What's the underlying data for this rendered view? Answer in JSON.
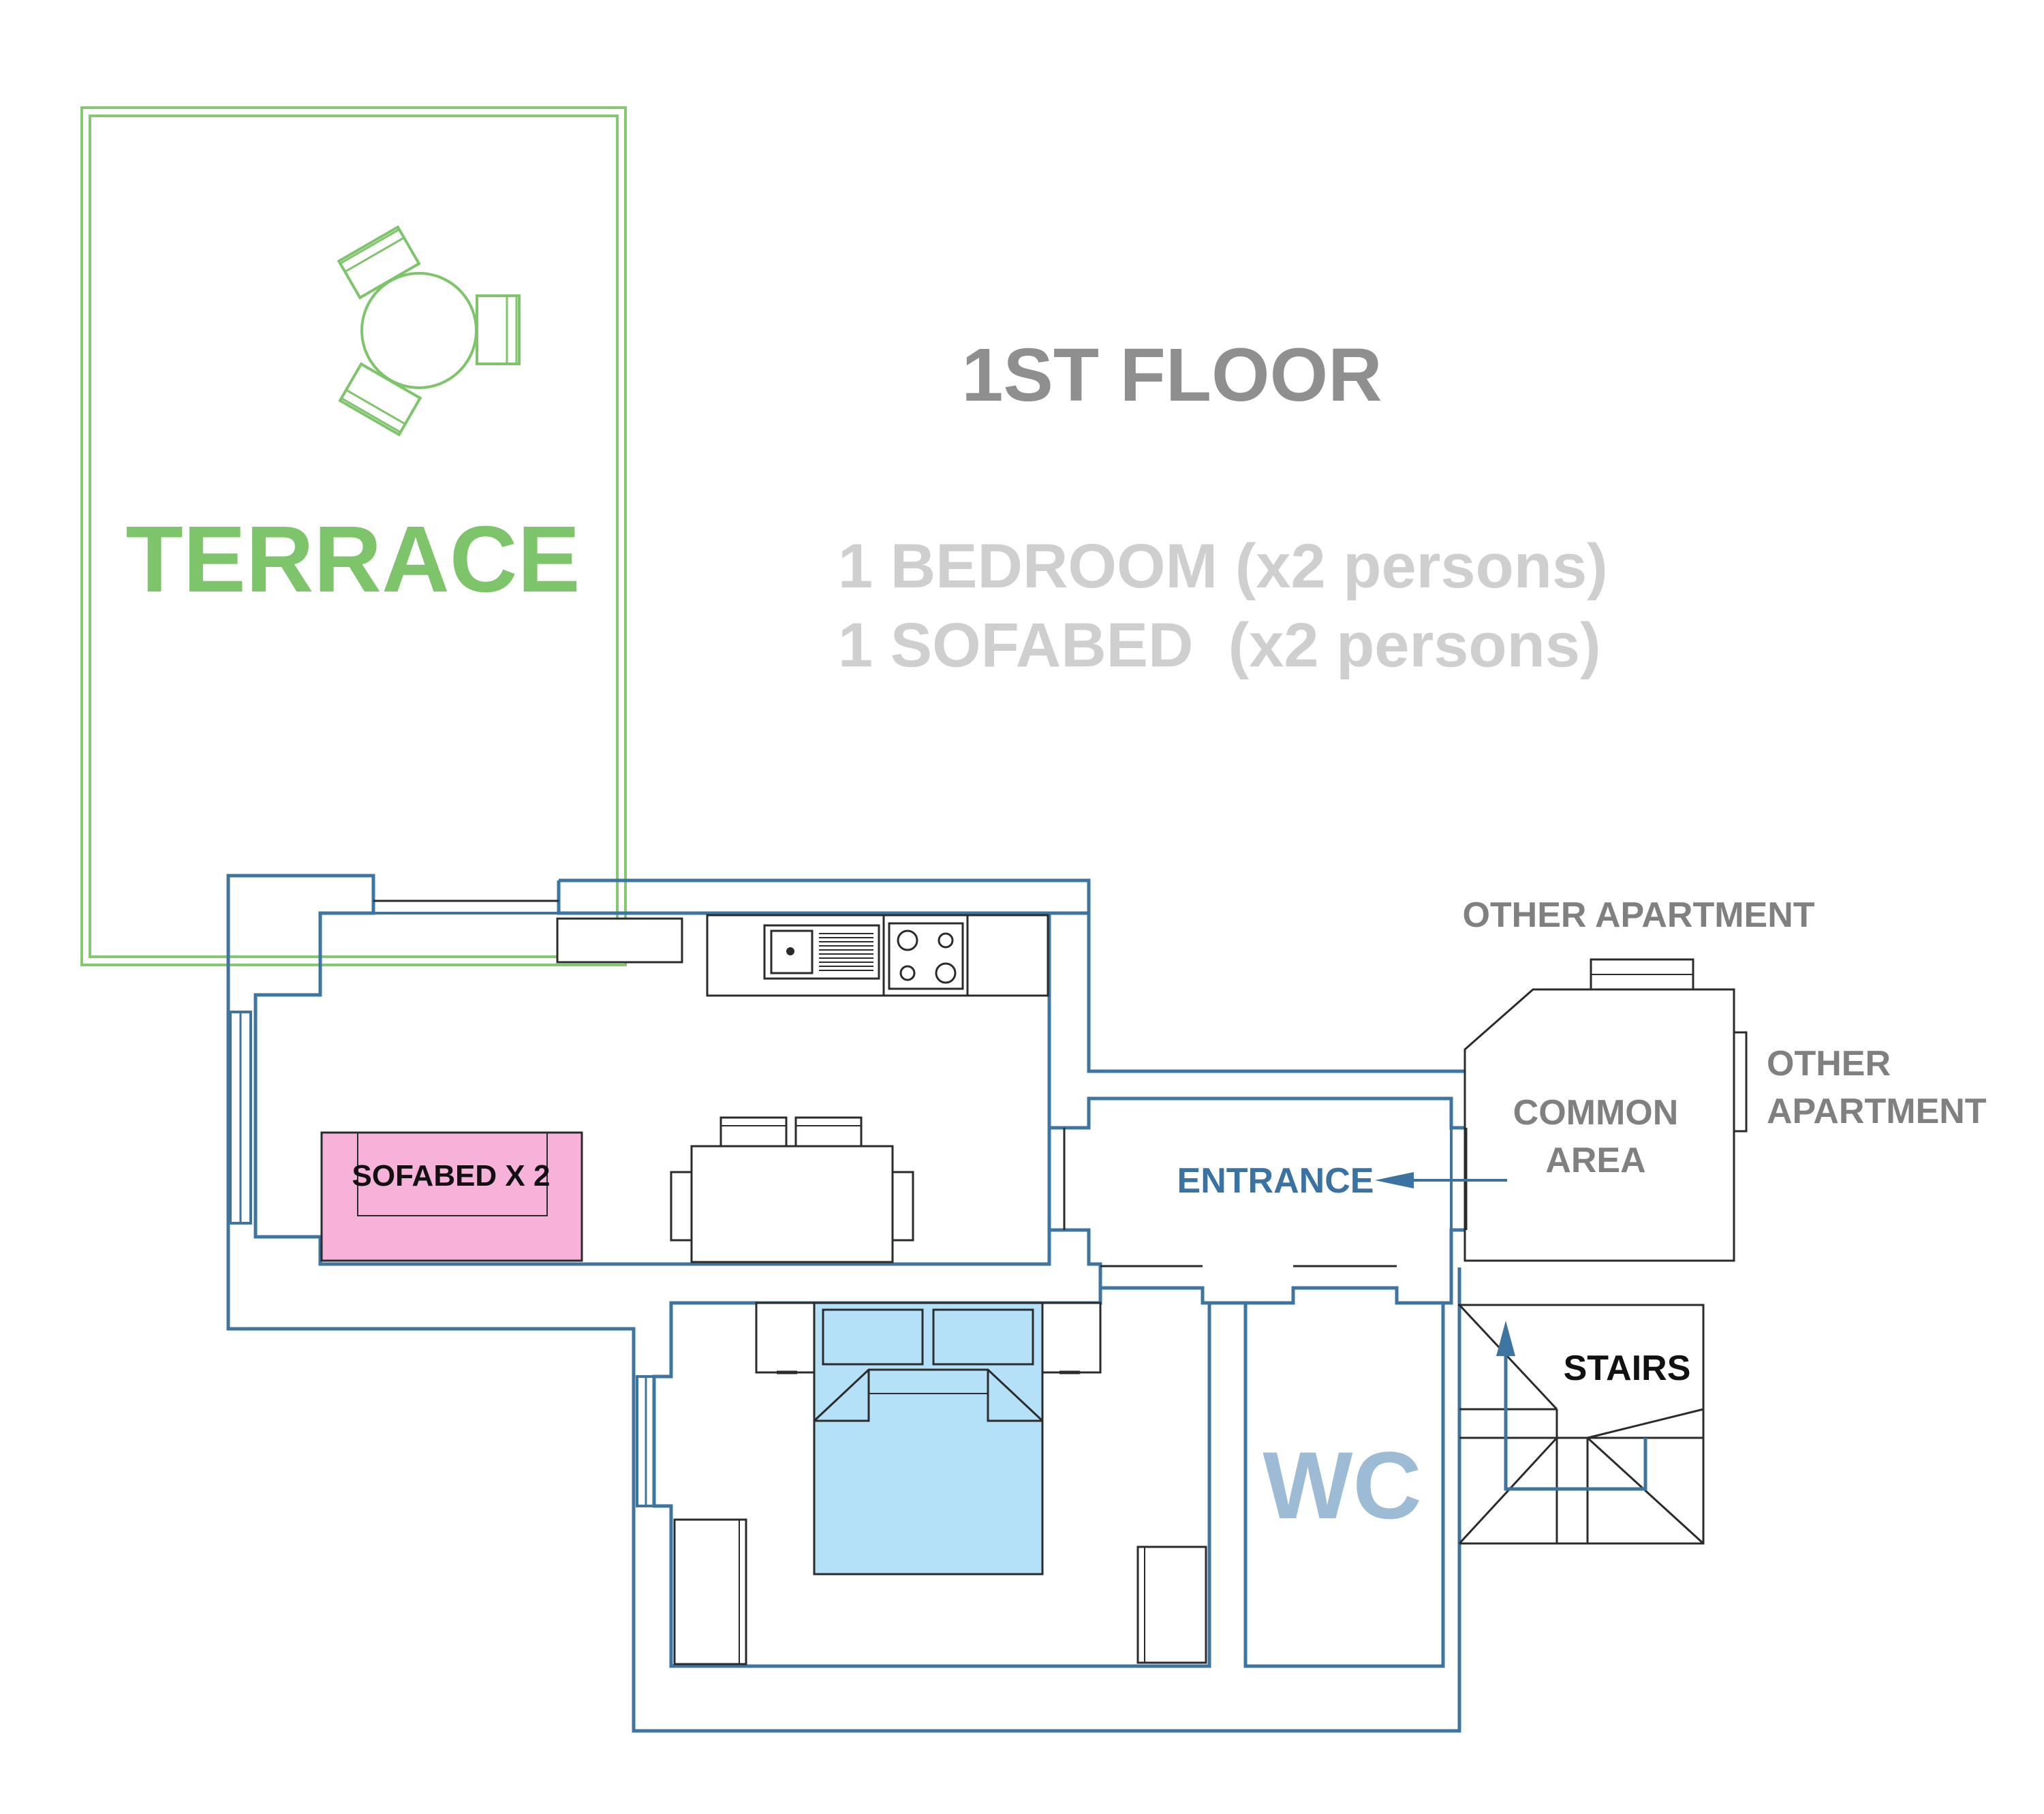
{
  "floor_title": "1ST FLOOR",
  "capacity": {
    "line1": "1 BEDROOM (x2 persons)",
    "line2": "1 SOFABED  (x2 persons)"
  },
  "rooms": {
    "terrace": "TERRACE",
    "sofabed": "SOFABED X 2",
    "entrance": "ENTRANCE",
    "common_area_line1": "COMMON",
    "common_area_line2": "AREA",
    "stairs": "STAIRS",
    "wc": "WC",
    "other_apartment_top": "OTHER APARTMENT",
    "other_apartment_right_line1": "OTHER",
    "other_apartment_right_line2": "APARTMENT"
  },
  "colors": {
    "walls": "#3d74a0",
    "terrace": "#7dc46a",
    "sofabed": "#f7b2d9",
    "bed": "#b4e1f8",
    "title_text": "#8f8f8f",
    "capacity_text": "#cfcfcf",
    "wc_text": "#9dbbd5",
    "entrance_text": "#3a72a2"
  }
}
